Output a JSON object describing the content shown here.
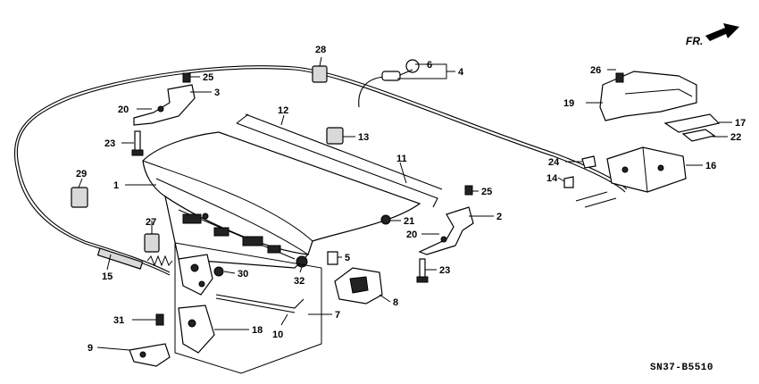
{
  "orientation_label": "FR.",
  "diagram_code": "SN37-B5510",
  "callouts": [
    "1",
    "2",
    "3",
    "4",
    "5",
    "6",
    "7",
    "8",
    "9",
    "10",
    "11",
    "12",
    "13",
    "14",
    "15",
    "16",
    "17",
    "18",
    "19",
    "20",
    "20",
    "21",
    "22",
    "23",
    "23",
    "24",
    "25",
    "25",
    "26",
    "27",
    "28",
    "29",
    "30",
    "31",
    "32"
  ],
  "icons": {
    "direction_arrow": "arrow-right-icon"
  }
}
